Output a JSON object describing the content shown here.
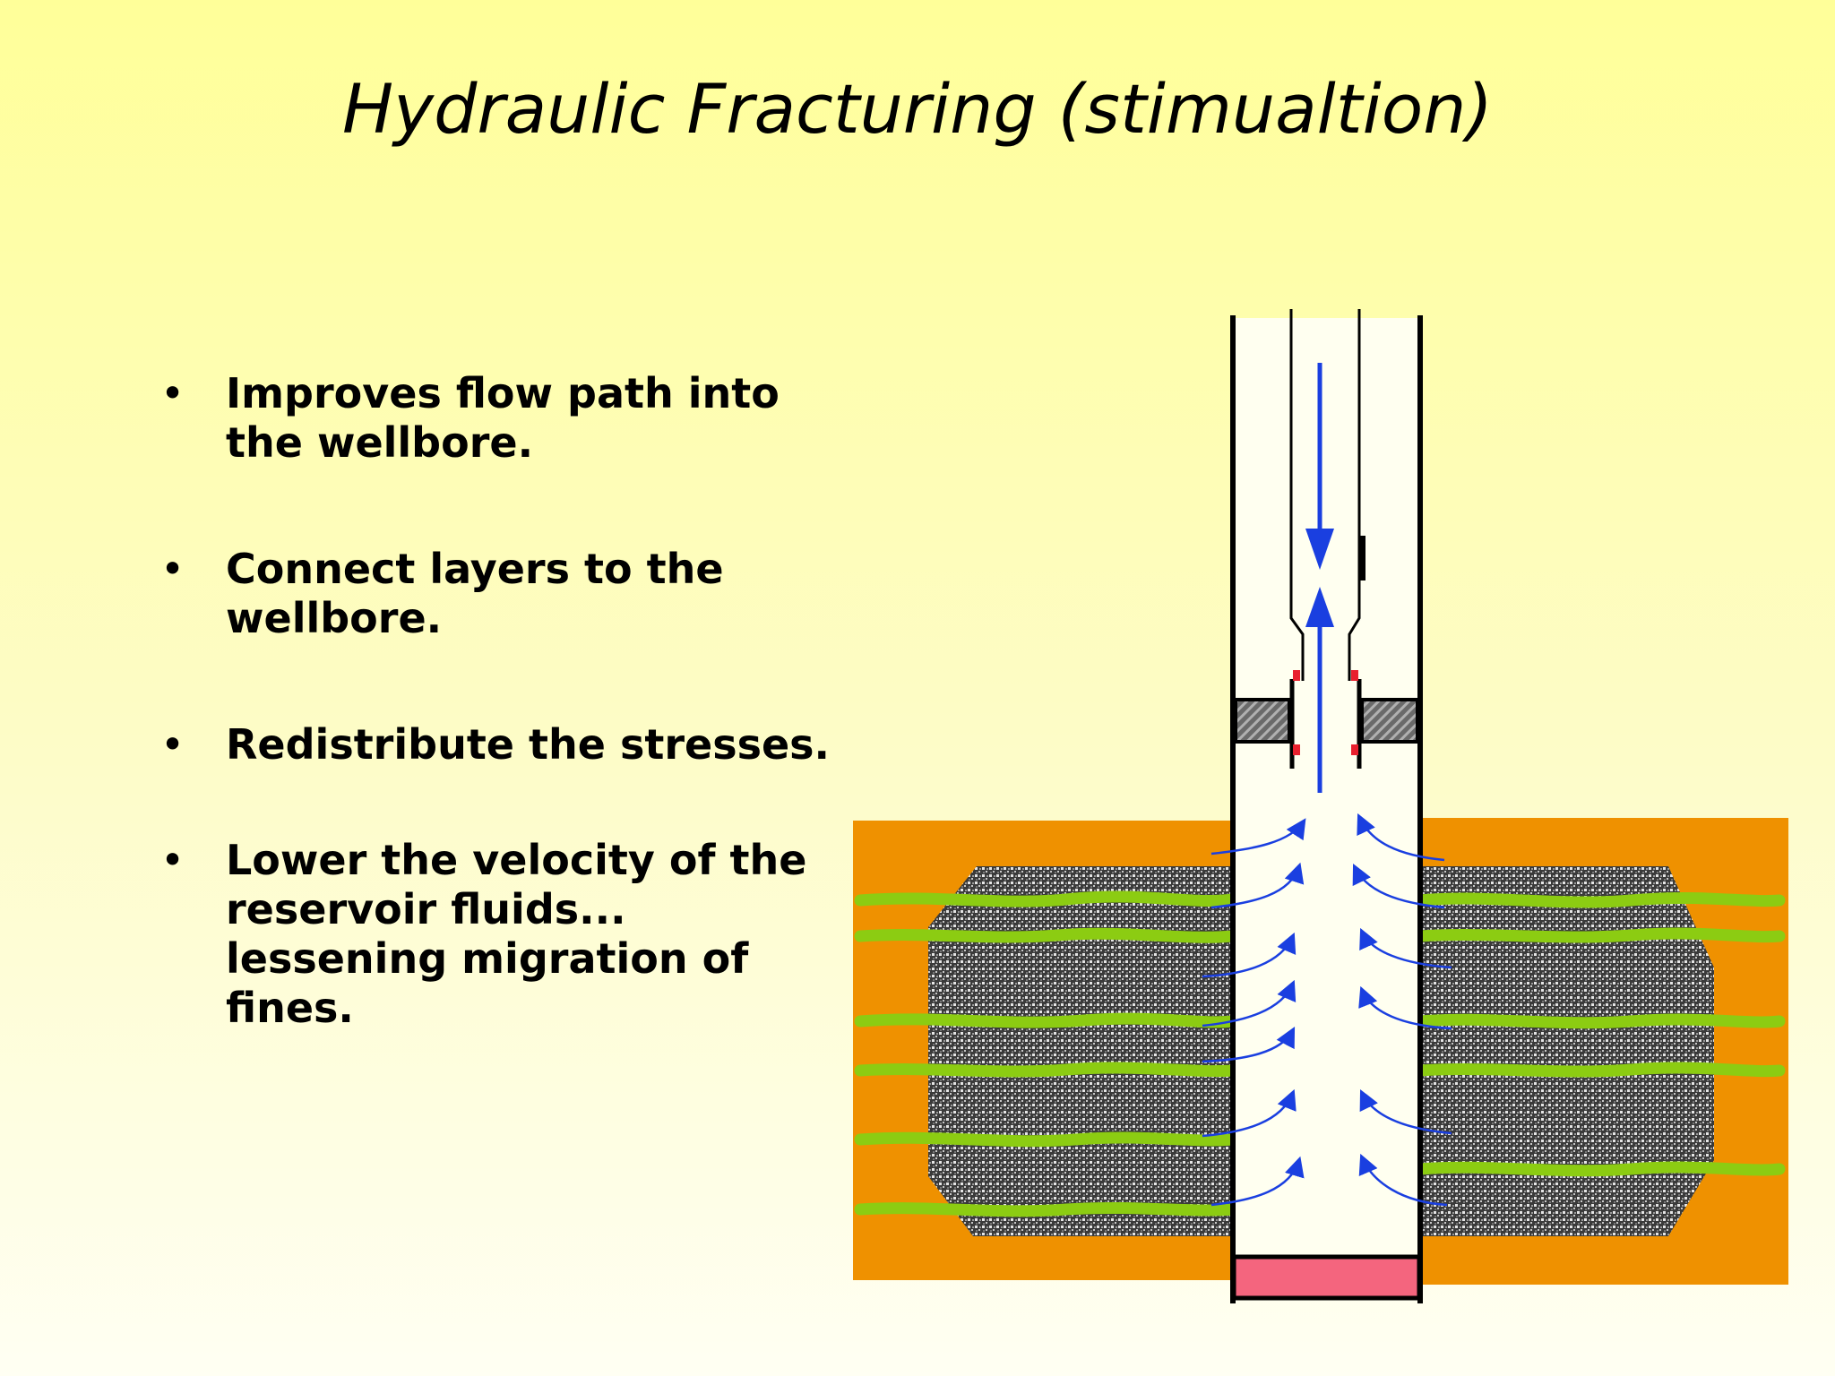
{
  "slide": {
    "title": "Hydraulic Fracturing (stimualtion)",
    "bullets": [
      "Improves flow path into the wellbore.",
      "Connect layers to the wellbore.",
      "Redistribute the stresses.",
      "Lower the velocity of the reservoir fluids... lessening migration of fines."
    ],
    "bullet_symbol": "•"
  },
  "diagram": {
    "icons": [
      "wellbore-casing",
      "tubing",
      "packer",
      "fracture-lines",
      "inflow-arrows",
      "injection-arrow",
      "return-arrow",
      "well-bottom-plug"
    ],
    "colors": {
      "background_top": "#ffff99",
      "background_bottom": "#fffff3",
      "formation": "#ef9100",
      "reservoir_rock": "#3a3a3a",
      "fracture": "#8ccc12",
      "flow_arrow": "#1a3fe0",
      "wellbore_fill": "#fffff0",
      "packer": "#555555",
      "seal": "#e8202e",
      "bottom_plug": "#f4657e"
    }
  }
}
